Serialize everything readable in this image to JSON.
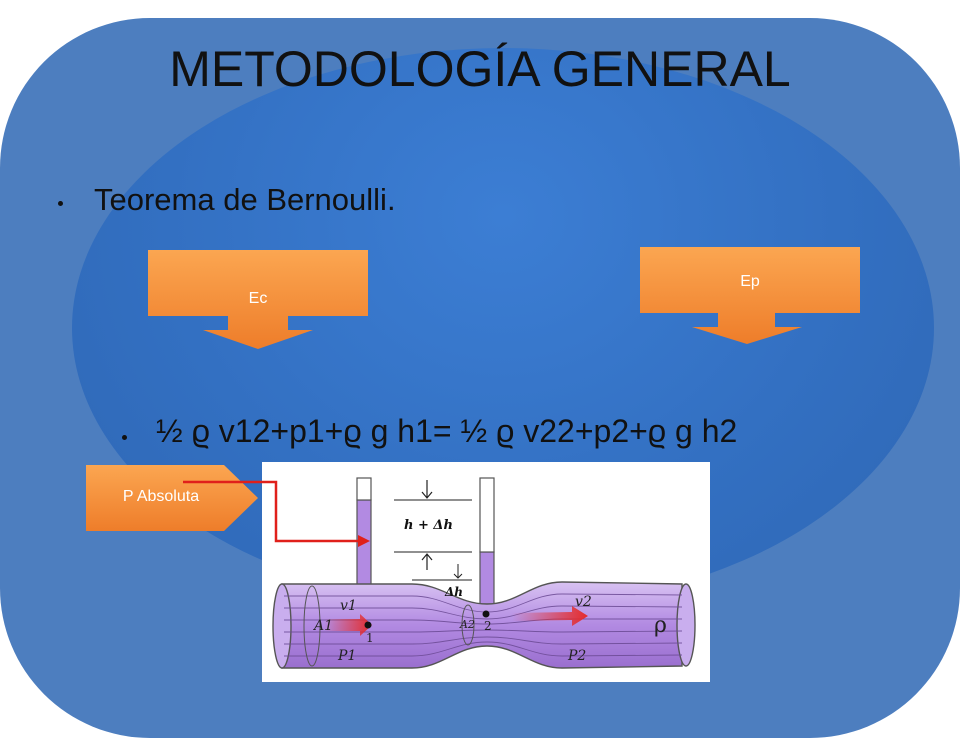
{
  "slide": {
    "title": "METODOLOGÍA GENERAL",
    "bullets": [
      "Teorema de Bernoulli.",
      "½ ϱ v12+p1+ϱ g h1= ½ ϱ v22+p2+ϱ g h2"
    ],
    "arrows": {
      "ec": "Ec",
      "ep": "Ep",
      "p_absoluta": "P Absoluta"
    },
    "figure": {
      "height_label": "h + Δh",
      "delta_label": "Δh",
      "rho": "ρ",
      "v1": "v1",
      "v2": "v2",
      "a1": "A1",
      "a2": "A2",
      "p1": "P1",
      "p2": "P2",
      "pt1": "1",
      "pt2": "2"
    }
  },
  "colors": {
    "background": "#4d7ebf",
    "oval": "#3370c2",
    "arrow_orange": "#f7923a",
    "fluid": "#b38ae0",
    "pointer_red": "#e0201b"
  }
}
